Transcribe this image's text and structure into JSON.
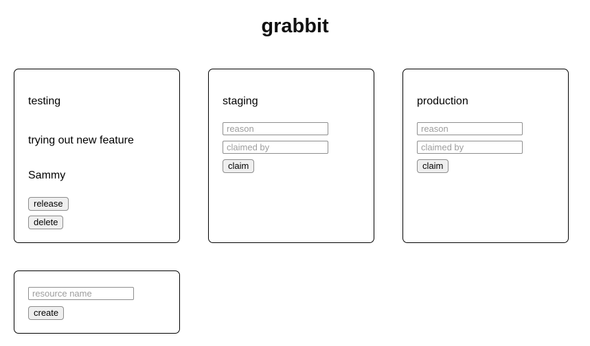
{
  "title": "grabbit",
  "resources": [
    {
      "name": "testing",
      "claim_reason": "trying out new feature",
      "claimed_by": "Sammy",
      "release_button": "release",
      "delete_button": "delete"
    },
    {
      "name": "staging",
      "reason_placeholder": "reason",
      "reason_value": "",
      "claimed_by_placeholder": "claimed by",
      "claimed_by_value": "",
      "claim_button": "claim"
    },
    {
      "name": "production",
      "reason_placeholder": "reason",
      "reason_value": "",
      "claimed_by_placeholder": "claimed by",
      "claimed_by_value": "",
      "claim_button": "claim"
    }
  ],
  "create_form": {
    "name_placeholder": "resource name",
    "name_value": "",
    "create_button": "create"
  },
  "colors": {
    "page_background": "#ffffff",
    "card_border": "#000000",
    "text": "#000000",
    "button_background": "#efefef",
    "button_border": "#8b8b8b",
    "input_border": "#8d8d8d",
    "placeholder_text": "#9d9d9d"
  }
}
